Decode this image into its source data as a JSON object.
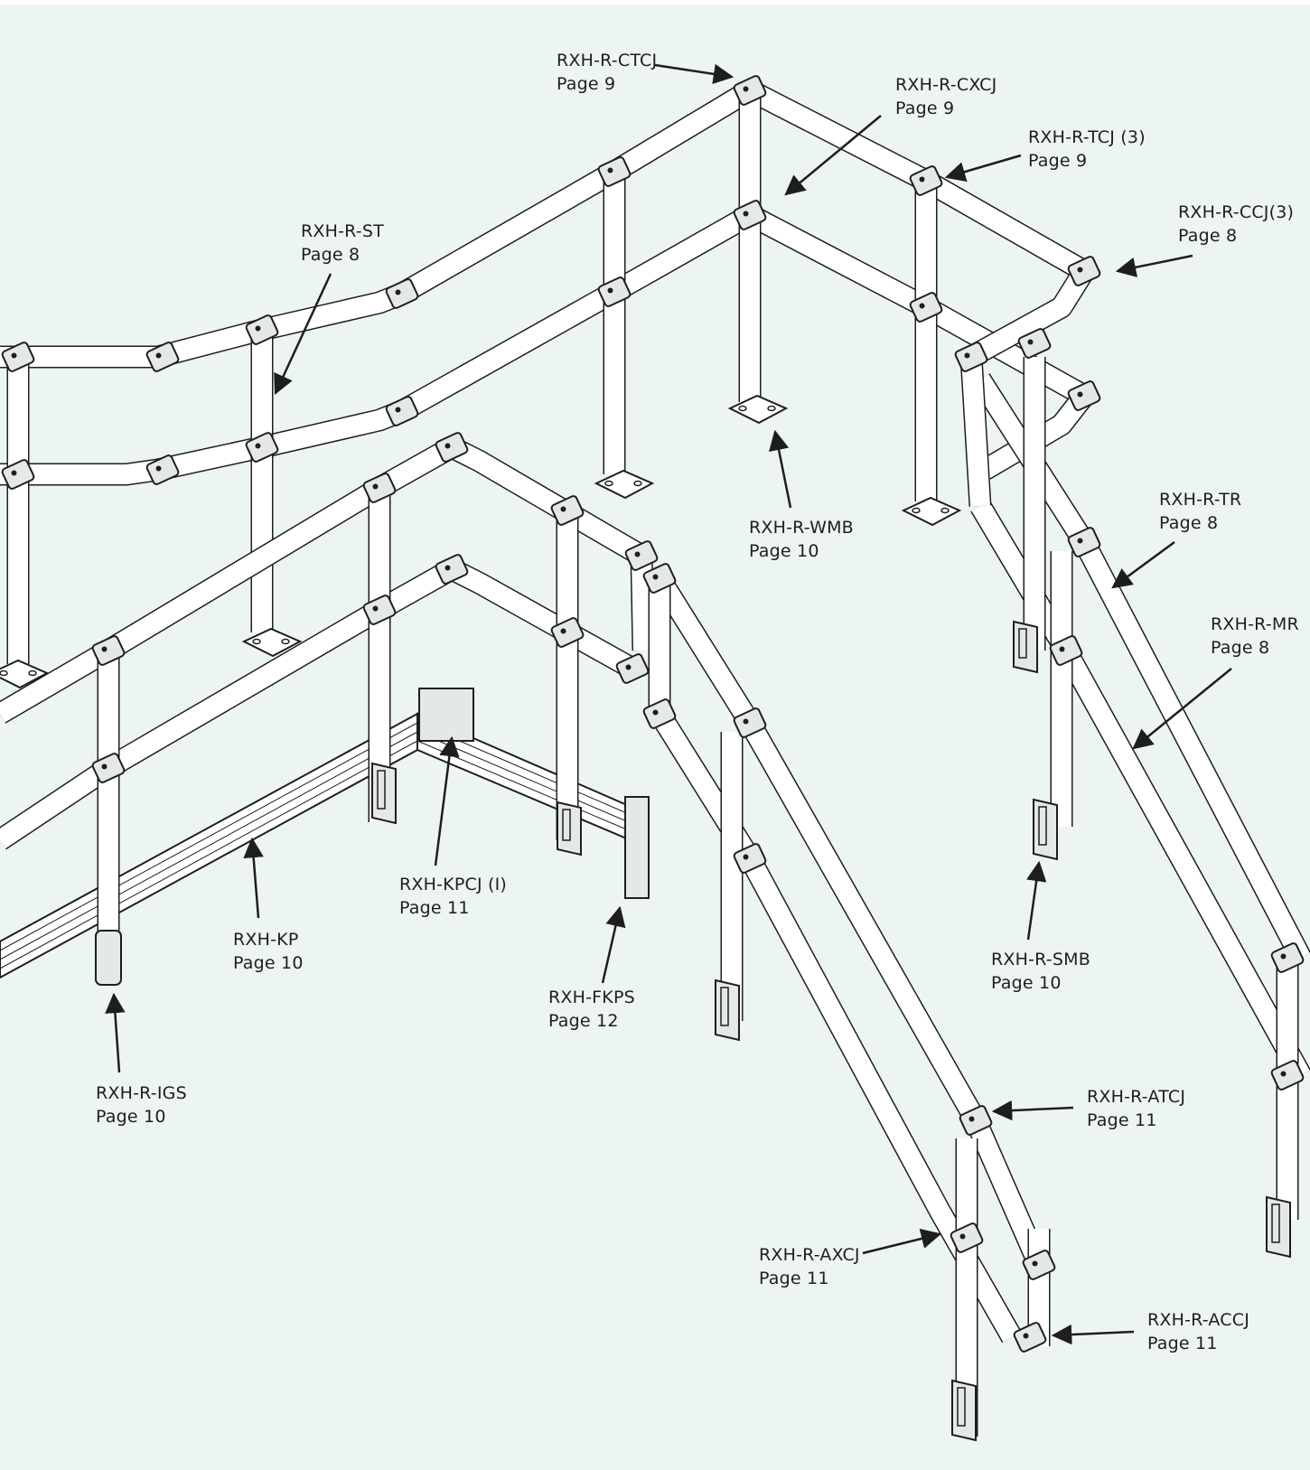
{
  "colors": {
    "background": "#edf5f2",
    "line": "#1e1e1e",
    "tube_fill": "#ffffff",
    "fitting_fill": "#e4e8e6"
  },
  "callouts": [
    {
      "id": "ctcj",
      "code": "RXH-R-CTCJ",
      "page": "Page 9"
    },
    {
      "id": "cxcj",
      "code": "RXH-R-CXCJ",
      "page": "Page 9"
    },
    {
      "id": "tcj",
      "code": "RXH-R-TCJ (3)",
      "page": "Page 9"
    },
    {
      "id": "ccj",
      "code": "RXH-R-CCJ(3)",
      "page": "Page 8"
    },
    {
      "id": "st",
      "code": "RXH-R-ST",
      "page": "Page 8"
    },
    {
      "id": "wmb",
      "code": "RXH-R-WMB",
      "page": "Page 10"
    },
    {
      "id": "tr",
      "code": "RXH-R-TR",
      "page": "Page 8"
    },
    {
      "id": "mr",
      "code": "RXH-R-MR",
      "page": "Page 8"
    },
    {
      "id": "kpcj",
      "code": "RXH-KPCJ (I)",
      "page": "Page 11"
    },
    {
      "id": "kp",
      "code": "RXH-KP",
      "page": "Page 10"
    },
    {
      "id": "fkps",
      "code": "RXH-FKPS",
      "page": "Page 12"
    },
    {
      "id": "smb",
      "code": "RXH-R-SMB",
      "page": "Page 10"
    },
    {
      "id": "igs",
      "code": "RXH-R-IGS",
      "page": "Page 10"
    },
    {
      "id": "atcj",
      "code": "RXH-R-ATCJ",
      "page": "Page 11"
    },
    {
      "id": "axcj",
      "code": "RXH-R-AXCJ",
      "page": "Page 11"
    },
    {
      "id": "accj",
      "code": "RXH-R-ACCJ",
      "page": "Page 11"
    }
  ]
}
